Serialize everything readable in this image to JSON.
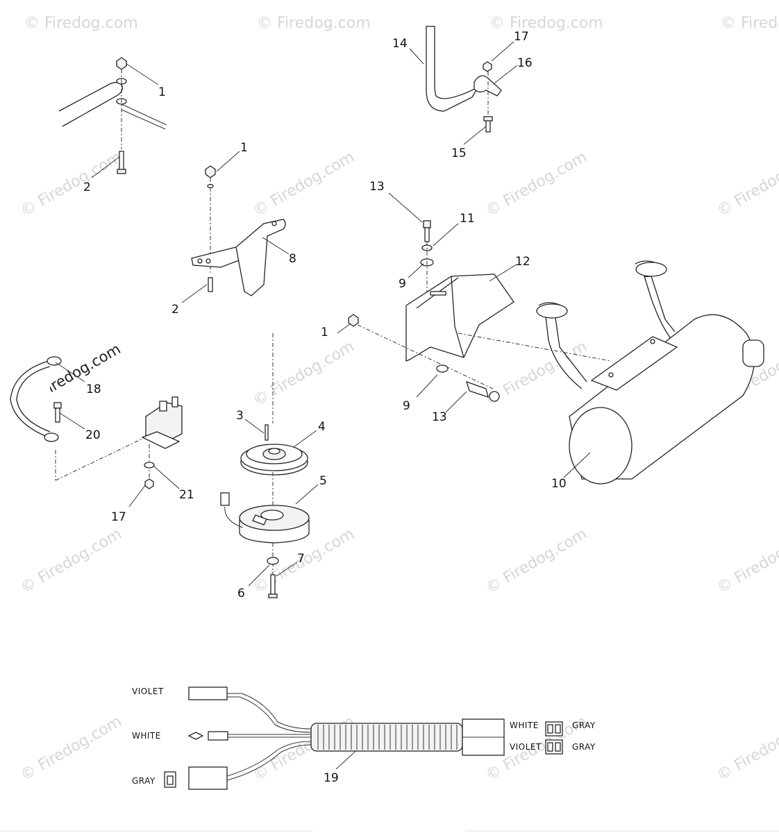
{
  "watermark": {
    "text": "© Firedog.com"
  },
  "callouts": [
    {
      "id": "c1a",
      "label": "1"
    },
    {
      "id": "c2a",
      "label": "2"
    },
    {
      "id": "c1b",
      "label": "1"
    },
    {
      "id": "c8",
      "label": "8"
    },
    {
      "id": "c2b",
      "label": "2"
    },
    {
      "id": "c14",
      "label": "14"
    },
    {
      "id": "c17a",
      "label": "17"
    },
    {
      "id": "c16",
      "label": "16"
    },
    {
      "id": "c15",
      "label": "15"
    },
    {
      "id": "c13a",
      "label": "13"
    },
    {
      "id": "c11",
      "label": "11"
    },
    {
      "id": "c12",
      "label": "12"
    },
    {
      "id": "c9a",
      "label": "9"
    },
    {
      "id": "c1c",
      "label": "1"
    },
    {
      "id": "c9b",
      "label": "9"
    },
    {
      "id": "c13b",
      "label": "13"
    },
    {
      "id": "c10",
      "label": "10"
    },
    {
      "id": "c18",
      "label": "18"
    },
    {
      "id": "c20",
      "label": "20"
    },
    {
      "id": "c21",
      "label": "21"
    },
    {
      "id": "c17b",
      "label": "17"
    },
    {
      "id": "c3",
      "label": "3"
    },
    {
      "id": "c4",
      "label": "4"
    },
    {
      "id": "c5",
      "label": "5"
    },
    {
      "id": "c6",
      "label": "6"
    },
    {
      "id": "c7",
      "label": "7"
    },
    {
      "id": "c19",
      "label": "19"
    }
  ],
  "harness": {
    "violet": "VIOLET",
    "white": "WHITE",
    "gray": "GRAY",
    "right_white": "WHITE",
    "right_violet": "VIOLET",
    "right_gray_top": "GRAY",
    "right_gray_bottom": "GRAY"
  }
}
